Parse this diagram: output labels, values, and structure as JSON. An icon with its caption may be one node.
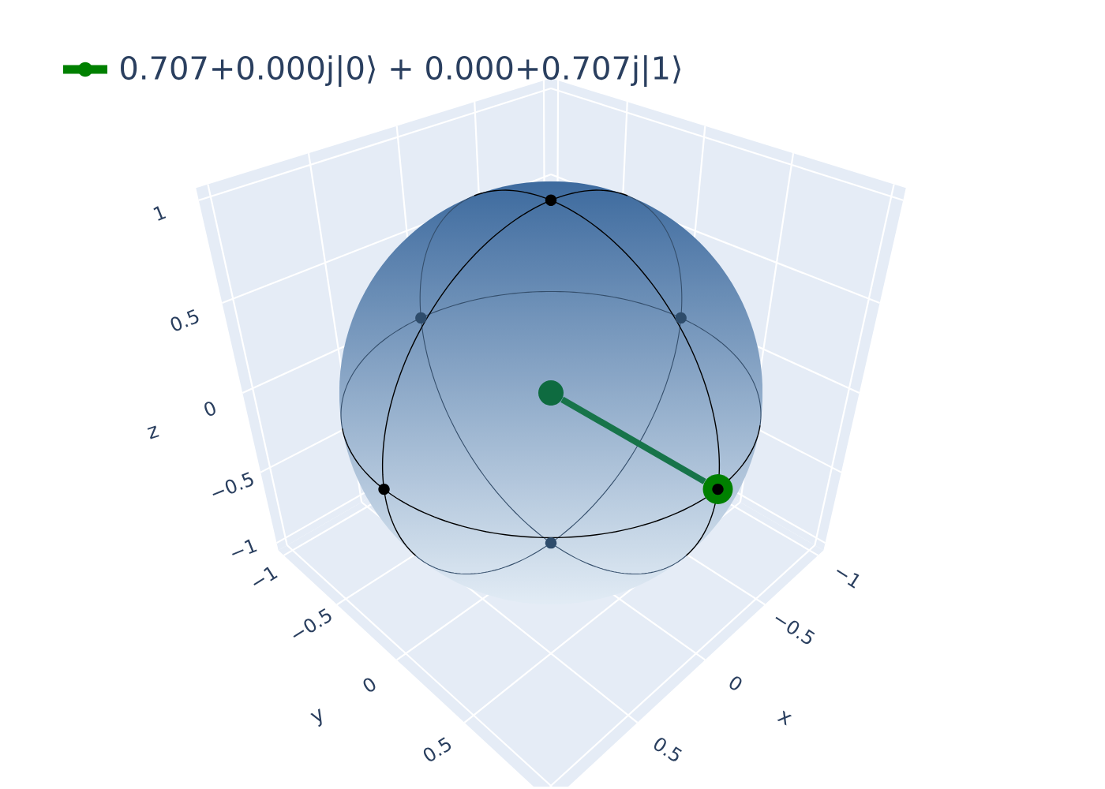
{
  "diagram": {
    "nodes": [
      {
        "text": [],
        "shape": "circle"
      },
      {
        "text": [],
        "shape": "circle"
      }
    ],
    "edges": [
      {
        "from": 0,
        "to": 1,
        "arrow": "none"
      }
    ],
    "labels": [
      "1",
      "0.5",
      "0",
      "z",
      "−0.5",
      "−1",
      "−1",
      "−0.5",
      "0",
      "y",
      "0.5",
      "−1",
      "−0.5",
      "0",
      "x",
      "0.5"
    ],
    "legend": [
      {
        "text": "0.707+0.000j|0⟩ + 0.000+0.707j|1⟩"
      }
    ]
  }
}
